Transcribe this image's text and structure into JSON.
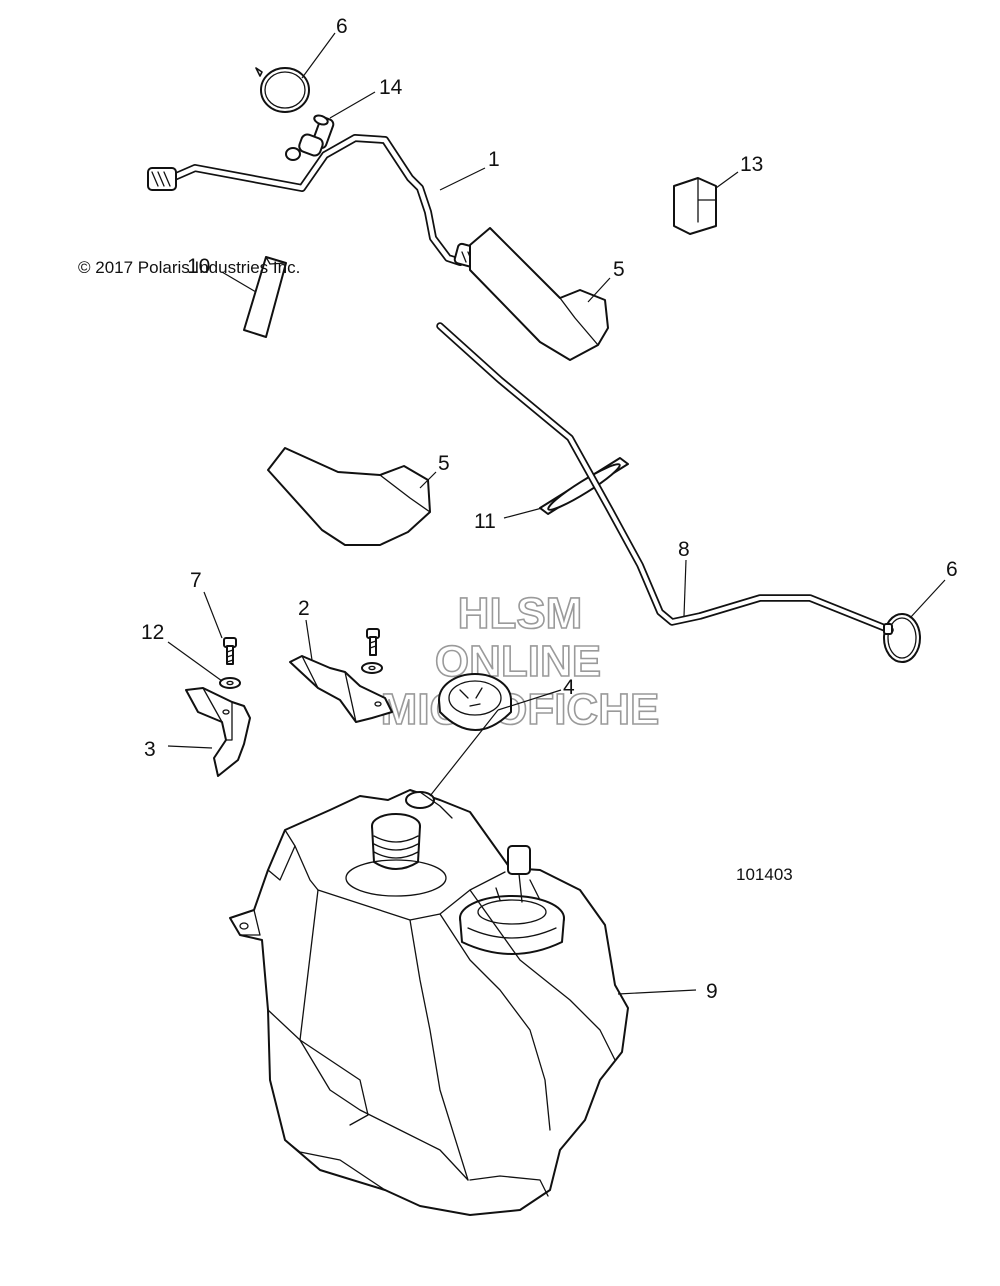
{
  "copyright": "© 2017 Polaris Industries Inc.",
  "drawing_number": "101403",
  "watermark": {
    "line1": "HLSM",
    "line2": "ONLINE",
    "line3": "MICROFICHE"
  },
  "callouts": {
    "c1": "1",
    "c2": "2",
    "c3": "3",
    "c4": "4",
    "c5a": "5",
    "c5b": "5",
    "c6a": "6",
    "c6b": "6",
    "c7": "7",
    "c8": "8",
    "c9": "9",
    "c10": "10",
    "c11": "11",
    "c12": "12",
    "c13": "13",
    "c14": "14"
  }
}
